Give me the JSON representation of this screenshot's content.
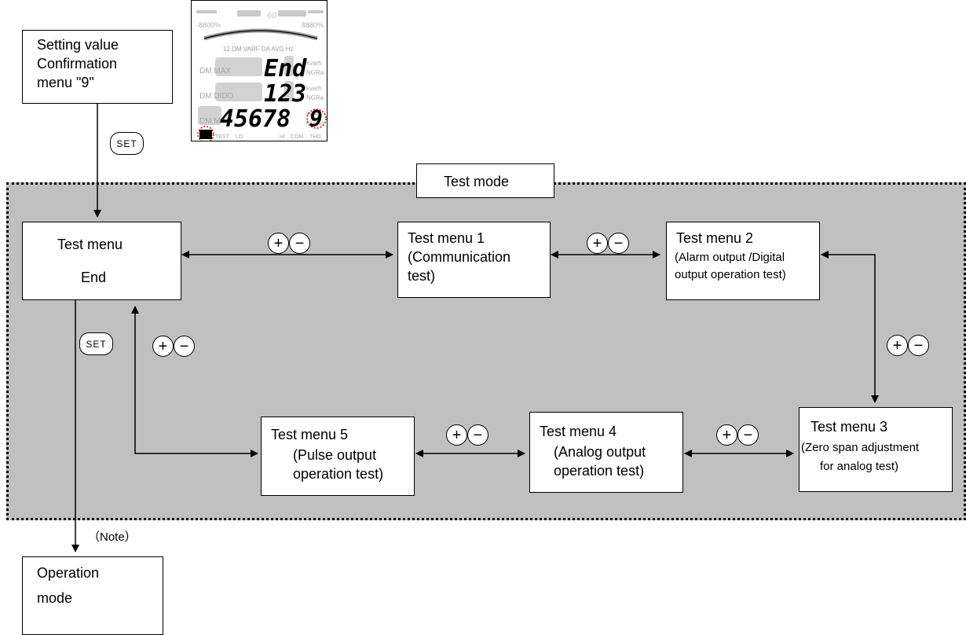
{
  "nodes": {
    "setting_value": {
      "line1": "Setting value",
      "line2": "Confirmation",
      "line3": "menu \"9\""
    },
    "test_mode": {
      "label": "Test mode"
    },
    "test_menu_end": {
      "line1": "Test menu",
      "line2": "End"
    },
    "test_menu_1": {
      "line1": "Test menu 1",
      "line2": "(Communication",
      "line3": "test)"
    },
    "test_menu_2": {
      "line1": "Test menu 2",
      "line2": "(Alarm output /Digital",
      "line3": "output operation test)"
    },
    "test_menu_3": {
      "line1": "Test menu 3",
      "line2": "(Zero span adjustment",
      "line3": "for analog test)"
    },
    "test_menu_4": {
      "line1": "Test menu 4",
      "line2": "(Analog output",
      "line3": "operation test)"
    },
    "test_menu_5": {
      "line1": "Test menu 5",
      "line2": "(Pulse output",
      "line3": "operation test)"
    },
    "operation_mode": {
      "line1": "Operation",
      "line2": "mode"
    }
  },
  "keys": {
    "set": "SET",
    "plus": "+",
    "minus": "−"
  },
  "note": "（Note）",
  "lcd": {
    "row1": "End",
    "row2": "123",
    "row3_main": "45678",
    "row3_blink": "9",
    "top_center": "60",
    "left_labels": [
      "DM MAX",
      "DM DIDO",
      "DM MIN"
    ],
    "bottom_labels": [
      "TEST",
      "LO",
      "HI",
      "COM",
      "THD"
    ],
    "scale_labels": "12 DM VARF DA AVG Hz",
    "left_value": "-8800%",
    "right_value": "8880%",
    "right_labels": [
      "kvarh",
      "NGRa",
      "kvarh",
      "NGRa",
      "kvarh",
      "NGRa"
    ],
    "colors": {
      "ghost": "#c8c8c8",
      "active": "#000000",
      "blink": "#e00000"
    }
  }
}
